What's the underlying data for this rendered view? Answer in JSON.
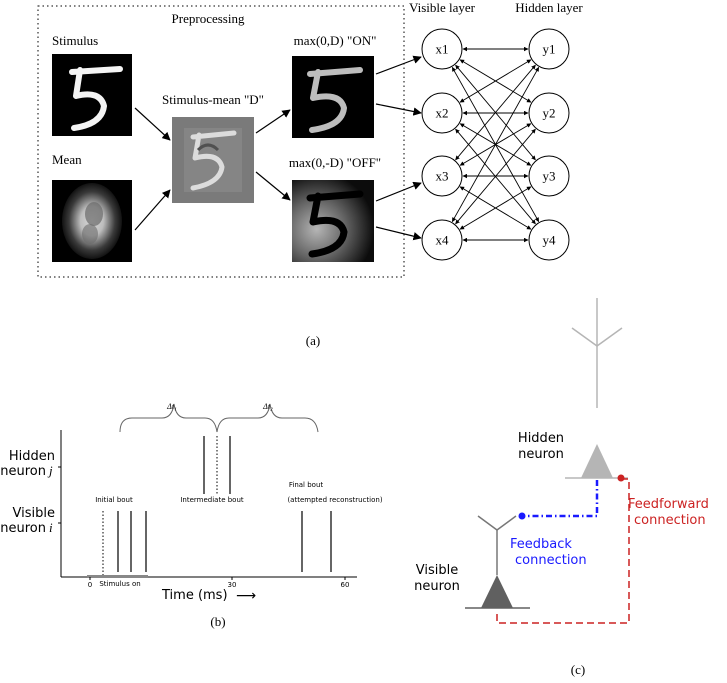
{
  "panel_a": {
    "preprocessing_title": "Preprocessing",
    "stimulus_label": "Stimulus",
    "mean_label": "Mean",
    "diff_label": "Stimulus-mean \"D\"",
    "on_label": "max(0,D) \"ON\"",
    "off_label": "max(0,-D) \"OFF\"",
    "visible_layer_label": "Visible layer",
    "hidden_layer_label": "Hidden layer",
    "visible_nodes": [
      "x1",
      "x2",
      "x3",
      "x4"
    ],
    "hidden_nodes": [
      "y1",
      "y2",
      "y3",
      "y4"
    ],
    "caption": "(a)"
  },
  "panel_b": {
    "delta_t1": "Δt₁",
    "delta_t2": "Δt₂",
    "hidden_label_line1": "Hidden",
    "hidden_label_line2": "neuron",
    "hidden_label_var": "j",
    "visible_label_line1": "Visible",
    "visible_label_line2": "neuron",
    "visible_label_var": "i",
    "initial_bout": "Initial bout",
    "intermediate_bout": "Intermediate bout",
    "final_bout_line1": "Final bout",
    "final_bout_line2": "(attempted reconstruction)",
    "stimulus_on": "Stimulus on",
    "tick_labels": [
      "0",
      "30",
      "60"
    ],
    "xlabel": "Time (ms)",
    "arrow_glyph": "⟶",
    "caption": "(b)"
  },
  "panel_c": {
    "hidden_neuron_line1": "Hidden",
    "hidden_neuron_line2": "neuron",
    "visible_neuron_line1": "Visible",
    "visible_neuron_line2": "neuron",
    "feedforward_line1": "Feedforward",
    "feedforward_line2": "connection",
    "feedback_line1": "Feedback",
    "feedback_line2": "connection",
    "feedforward_color": "#cc2222",
    "feedback_color": "#1a1aff",
    "caption": "(c)"
  }
}
